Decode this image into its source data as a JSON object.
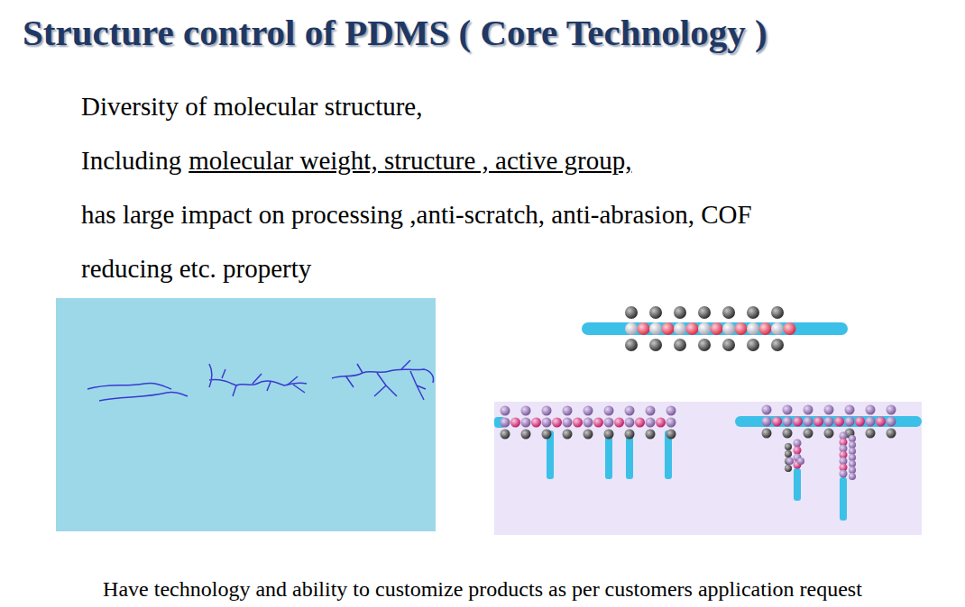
{
  "diagram": {
    "title": "Structure control of PDMS ( Core Technology )",
    "caption": "Have technology and ability to customize products as per customers application request",
    "labels": [
      "Diversity of molecular structure,",
      "Including",
      "molecular weight, structure , active group,",
      "has large impact on processing ,anti-scratch, anti-abrasion, COF",
      "reducing etc. property"
    ]
  }
}
